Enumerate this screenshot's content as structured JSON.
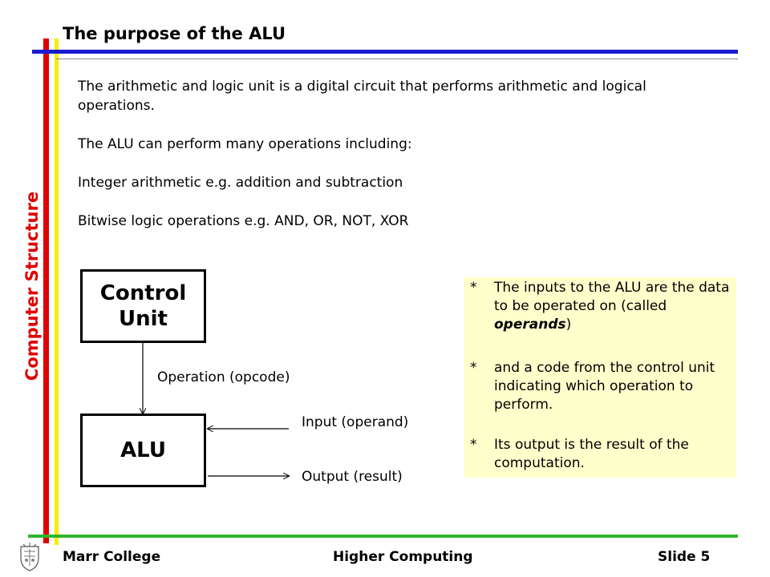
{
  "slide": {
    "title": "The purpose of the ALU",
    "side_title": "Computer Structure",
    "paragraphs": [
      "The arithmetic and logic unit is a digital circuit that performs arithmetic and logical operations.",
      "The ALU can perform many operations including:",
      "Integer arithmetic e.g. addition and subtraction",
      "Bitwise logic operations e.g. AND, OR, NOT, XOR"
    ]
  },
  "diagram": {
    "control_unit": "Control Unit",
    "alu": "ALU",
    "operation_label": "Operation (opcode)",
    "input_label": "Input (operand)",
    "output_label": "Output (result)"
  },
  "notes": {
    "bullet": "*",
    "note1_before": "The inputs to the ALU are the data to be operated on (called ",
    "note1_emph": "operands",
    "note1_after": ")",
    "note2": "and a code from the control unit indicating which operation to perform.",
    "note3": "Its output is the result of the computation."
  },
  "footer": {
    "left": "Marr College",
    "center": "Higher Computing",
    "right": "Slide 5",
    "crest_icon": "school-crest-icon"
  },
  "colors": {
    "red_bar": "#e00000",
    "yellow_bar": "#f6ee00",
    "blue_line": "#1a1ad0",
    "green_line": "#2fb52f",
    "note_background": "#ffffcc"
  }
}
